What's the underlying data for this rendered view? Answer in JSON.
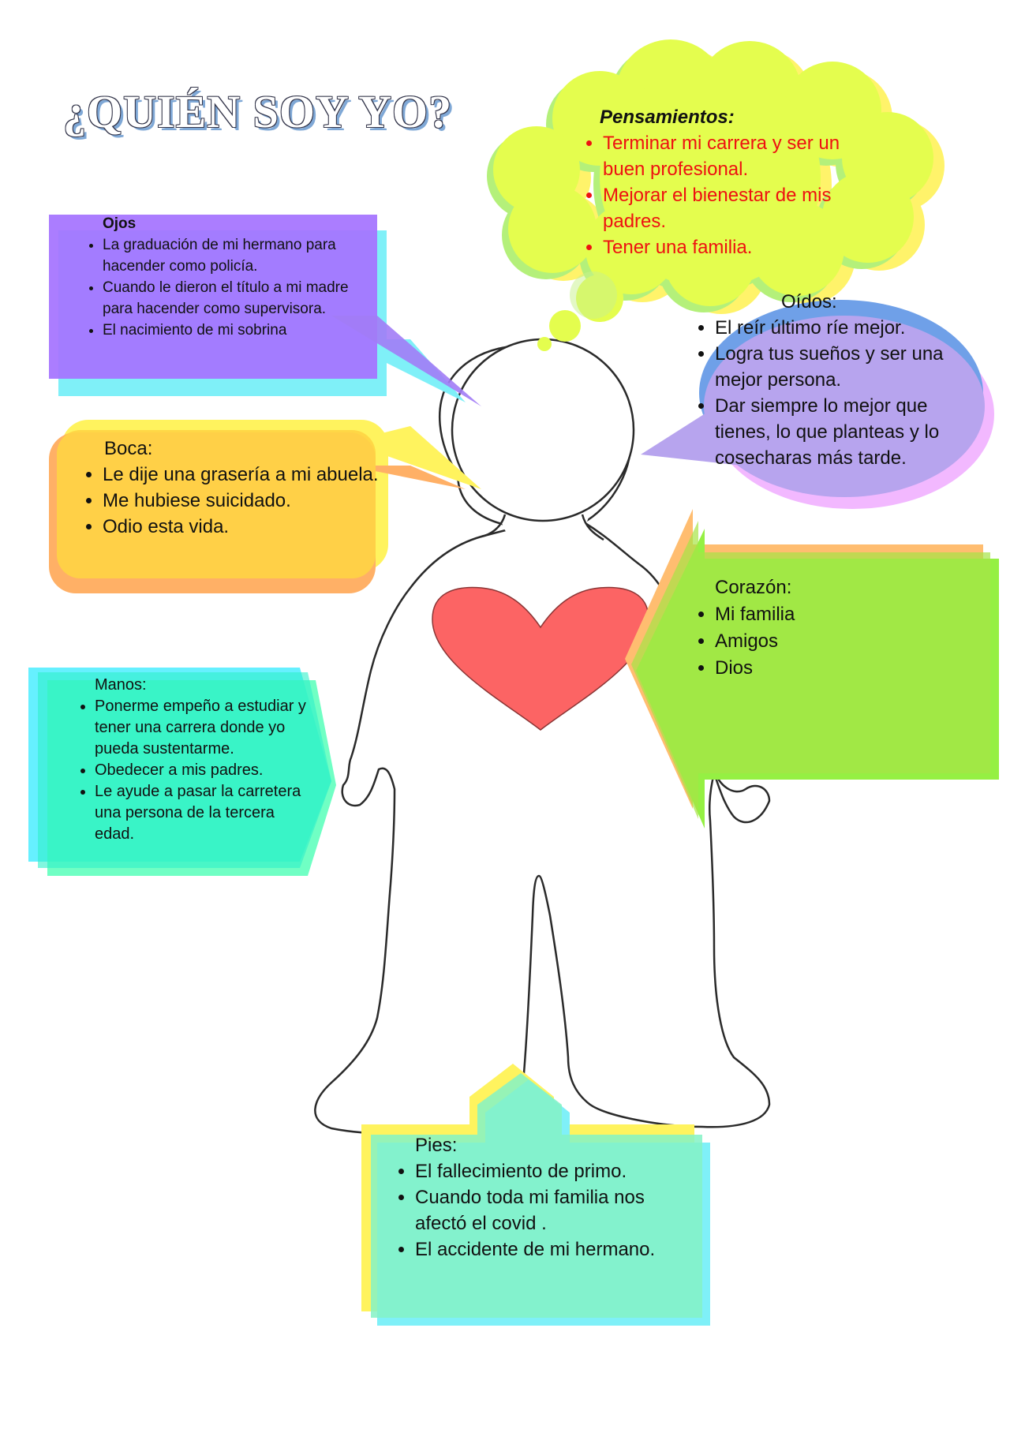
{
  "title": "¿QUIÉN SOY YO?",
  "colors": {
    "ojos": "#a279ff",
    "boca": "#ffd444",
    "manos": "#33f0c7",
    "pensamientos": "#e6fd5c",
    "oidos": "#b7a4ee",
    "corazon": "#a6e446",
    "pies": "#84f2c6",
    "heart": "#fc6464",
    "pensamientos_text": "#ee1111"
  },
  "icons": {
    "figure": "person-outline-icon",
    "heart": "heart-icon"
  },
  "ojos": {
    "heading": "Ojos",
    "items": [
      "La graduación de mi hermano para hacender  como policía.",
      "Cuando le dieron el título a mi madre para hacender  como supervisora.",
      " El nacimiento de mi  sobrina"
    ]
  },
  "boca": {
    "heading": "Boca:",
    "items": [
      "Le dije una grasería a mi abuela.",
      "Me hubiese suicidado.",
      "Odio  esta vida."
    ]
  },
  "manos": {
    "heading": "Manos:",
    "items": [
      "Ponerme empeño a estudiar y tener una carrera donde yo pueda sustentarme.",
      "Obedecer a mis padres.",
      "Le ayude a pasar la carretera una persona de la tercera edad."
    ]
  },
  "pensamientos": {
    "heading": "Pensamientos:",
    "items": [
      "Terminar  mi carrera y ser un buen profesional.",
      "Mejorar  el bienestar  de mis padres.",
      "Tener una familia."
    ]
  },
  "oidos": {
    "heading": "Oídos:",
    "items": [
      "El reír último ríe mejor.",
      "Logra tus sueños y ser  una mejor persona.",
      "Dar siempre lo mejor que tienes, lo que planteas y  lo cosecharas  más tarde."
    ]
  },
  "corazon": {
    "heading": "Corazón:",
    "items": [
      "Mi familia",
      "Amigos",
      "Dios"
    ]
  },
  "pies": {
    "heading": "Pies:",
    "items": [
      "El fallecimiento de primo.",
      "Cuando toda mi familia  nos afectó el covid  .",
      "El accidente de mi hermano."
    ]
  }
}
